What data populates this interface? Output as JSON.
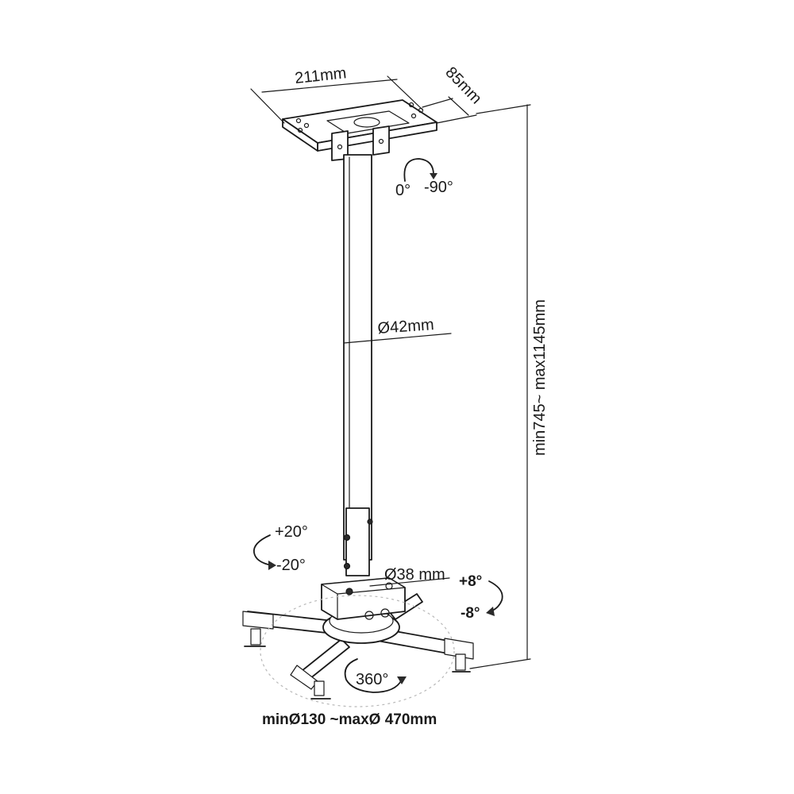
{
  "figure": {
    "labels": {
      "plate_width": "211mm",
      "plate_depth": "85mm",
      "tilt_top_0": "0°",
      "tilt_top_90": "-90°",
      "tube_diameter": "Ø42mm",
      "total_height": "min745~ max1145mm",
      "tilt_plus20": "+20°",
      "tilt_minus20": "-20°",
      "lower_tube_diameter": "Ø38 mm",
      "swivel_plus8": "+8°",
      "swivel_minus8": "-8°",
      "rotation": "360°",
      "arm_span": "minØ130 ~maxØ 470mm"
    }
  }
}
